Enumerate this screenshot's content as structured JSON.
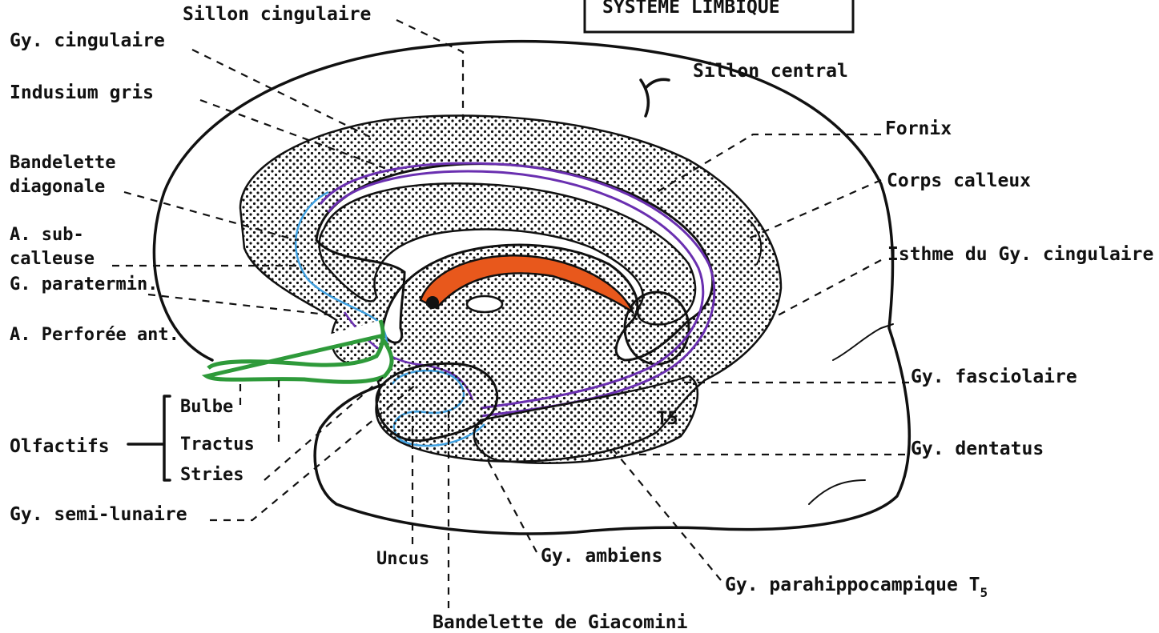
{
  "title": "SYSTEME LIMBIQUE",
  "colors": {
    "corpus_callosum": "#e8581c",
    "violet_tracts": "#6a2fb0",
    "blue_tracts": "#3fa0e0",
    "olfactory": "#2e9a3a",
    "ink": "#111111"
  },
  "labels": {
    "sillon_cingulaire": "Sillon cingulaire",
    "gy_cingulaire": "Gy. cingulaire",
    "indusium_gris": "Indusium gris",
    "bandelette_diagonale_1": "Bandelette",
    "bandelette_diagonale_2": "diagonale",
    "a_sub_1": "A. sub-",
    "a_sub_2": "calleuse",
    "g_paratermin": "G. paratermin.",
    "a_perforee": "A. Perforée ant.",
    "bulbe": "Bulbe",
    "olfactifs": "Olfactifs",
    "tractus": "Tractus",
    "stries": "Stries",
    "gy_semi_lunaire": "Gy. semi-lunaire",
    "uncus": "Uncus",
    "bandelette_giacomini": "Bandelette de Giacomini",
    "gy_ambiens": "Gy. ambiens",
    "gy_parahippocampique": "Gy. parahippocampique T",
    "t5_sub": "5",
    "sillon_central": "Sillon central",
    "fornix": "Fornix",
    "corps_calleux": "Corps calleux",
    "isthme": "Isthme du Gy. cingulaire",
    "gy_fasciolaire": "Gy. fasciolaire",
    "gy_dentatus": "Gy. dentatus",
    "t5_marker": "T5"
  }
}
